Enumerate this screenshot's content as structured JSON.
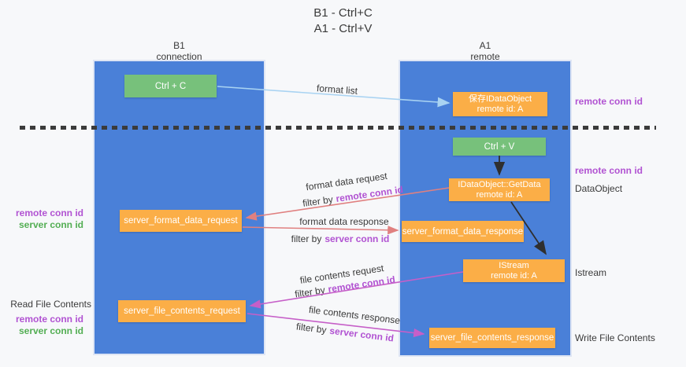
{
  "title": {
    "line1": "B1 - Ctrl+C",
    "line2": "A1 - Ctrl+V"
  },
  "columns": {
    "left": {
      "name": "B1",
      "role": "connection"
    },
    "right": {
      "name": "A1",
      "role": "remote"
    }
  },
  "nodes": {
    "ctrl_c": {
      "label": "Ctrl + C"
    },
    "ctrl_v": {
      "label": "Ctrl + V"
    },
    "save_dataobject": {
      "line1": "保存IDataObject",
      "line2": "remote id: A"
    },
    "getdata": {
      "line1": "IDataObject::GetData",
      "line2": "remote id: A"
    },
    "istream": {
      "line1": "IStream",
      "line2": "remote id: A"
    },
    "format_request": {
      "label": "server_format_data_request"
    },
    "format_response": {
      "label": "server_format_data_response"
    },
    "file_request": {
      "label": "server_file_contents_request"
    },
    "file_response": {
      "label": "server_file_contents_response"
    }
  },
  "edges": {
    "format_list": {
      "label": "format list"
    },
    "format_request": {
      "label": "format data request",
      "filter_prefix": "filter by",
      "filter_key": "remote conn id"
    },
    "format_response": {
      "label": "format data response",
      "filter_prefix": "filter by",
      "filter_key": "server conn id"
    },
    "file_request": {
      "label": "file contents request",
      "filter_prefix": "filter by",
      "filter_key": "remote conn id"
    },
    "file_response": {
      "label": "file contents response",
      "filter_prefix": "filter by",
      "filter_key": "server conn id"
    }
  },
  "annotations": {
    "save_remote_conn_id": "remote conn id",
    "getdata_remote_conn_id": "remote conn id",
    "dataobject": "DataObject",
    "istream": "Istream",
    "write_file_contents": "Write File Contents",
    "read_file_contents": "Read File Contents",
    "format_left": {
      "remote": "remote conn id",
      "server": "server conn id"
    },
    "file_left": {
      "remote": "remote conn id",
      "server": "server conn id"
    }
  },
  "colors": {
    "column_blue": "#4a80d8",
    "box_green": "#77c17b",
    "box_orange": "#fbae47",
    "arrow_light_blue": "#a9d3f2",
    "arrow_salmon": "#e08080",
    "arrow_magenta": "#c65fc8",
    "arrow_black": "#2f2f2f",
    "label_purple": "#b153d2",
    "label_green": "#53ae53"
  }
}
